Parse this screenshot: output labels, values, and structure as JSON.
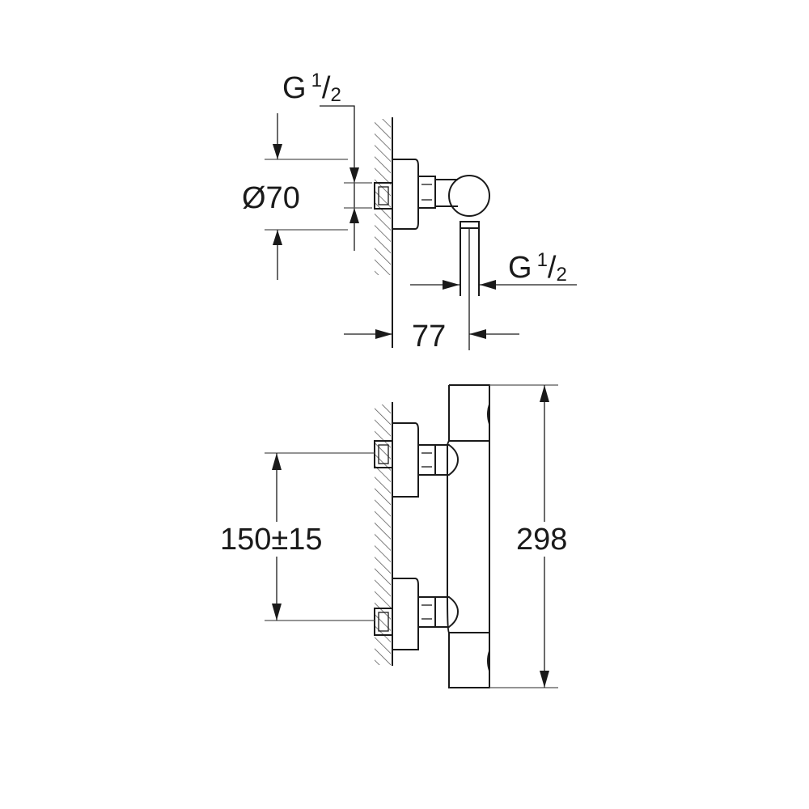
{
  "side_view": {
    "inlet_thread": {
      "g": "G",
      "num": "1",
      "den": "2"
    },
    "diameter": "Ø70",
    "outlet_thread": {
      "g": "G",
      "num": "1",
      "den": "2"
    },
    "depth": "77"
  },
  "front_view": {
    "inlet_spacing": "150±15",
    "height": "298"
  }
}
